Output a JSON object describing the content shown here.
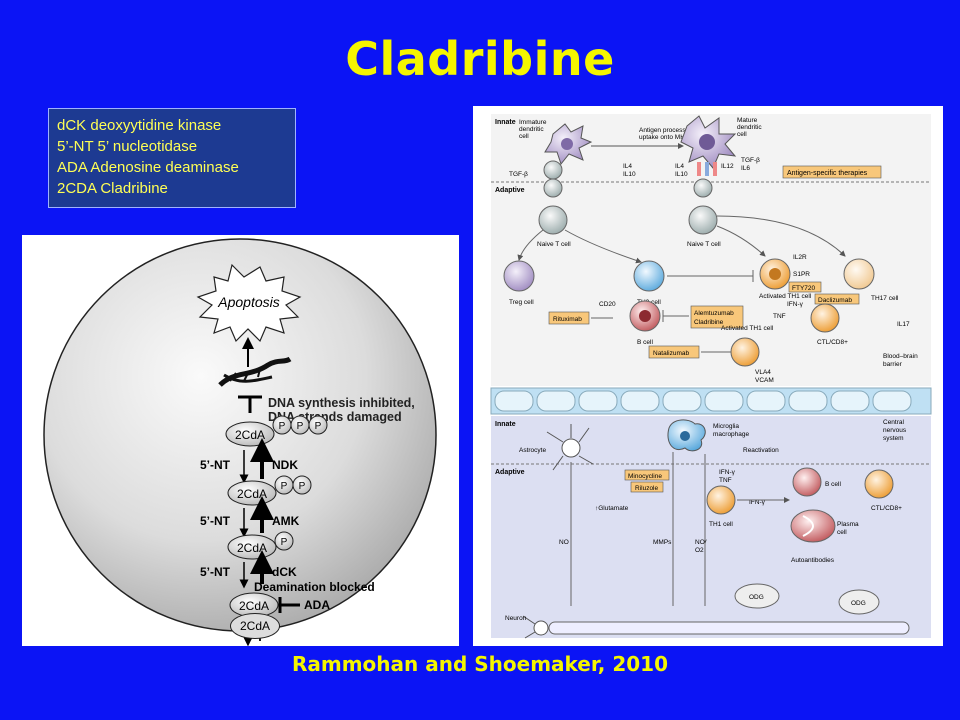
{
  "title": "Cladribine",
  "glossary": [
    "dCK deoxyytidine kinase",
    "5’-NT 5’ nucleotidase",
    "ADA Adenosine deaminase",
    "2CDA Cladribine"
  ],
  "left_diagram": {
    "apoptosis": "Apoptosis",
    "dna_text_1": "DNA synthesis inhibited,",
    "dna_text_2": "DNA strands damaged",
    "nodes": [
      "2CdA",
      "2CdA",
      "2CdA",
      "2CdA",
      "2CdA"
    ],
    "p": "P",
    "nt": "5’-NT",
    "ndk": "NDK",
    "amk": "AMK",
    "dck": "dCK",
    "deamination": "Deamination blocked",
    "ada": "ADA"
  },
  "right_diagram": {
    "innate": "Innate",
    "adaptive": "Adaptive",
    "immature_dc_1": "Immature",
    "immature_dc_2": "dendritic",
    "immature_dc_3": "cell",
    "antigen_1": "Antigen processing and",
    "antigen_2": "uptake onto MHC II",
    "mature_dc_1": "Mature",
    "mature_dc_2": "dendritic",
    "mature_dc_3": "cell",
    "tgfb": "TGF-β",
    "il4": "IL4",
    "il10": "IL10",
    "il12": "IL12",
    "il6": "IL6",
    "antigen_specific": "Antigen-specific therapies",
    "naive_t": "Naive T cell",
    "treg": "Treg cell",
    "th2": "TH2 cell",
    "il2r": "IL2R",
    "s1pr": "S1PR",
    "fty720": "FTY720",
    "activated_th1": "Activated TH1 cell",
    "th17": "TH17 cell",
    "ifng": "IFN-γ",
    "tnf": "TNF",
    "daclizumab": "Daclizumab",
    "il17": "IL17",
    "cd20": "CD20",
    "rituximab": "Rituximab",
    "alemtuzumab": "Alemtuzumab",
    "cladribine": "Cladribine",
    "b_cell": "B cell",
    "ctl": "CTL/CD8+",
    "activated_th1_2": "Activated TH1 cell",
    "natalizumab": "Natalizumab",
    "vla4": "VLA4",
    "vcam": "VCAM",
    "bbb_1": "Blood–brain",
    "bbb_2": "barrier",
    "cns_1": "Central",
    "cns_2": "nervous",
    "cns_3": "system",
    "astrocyte": "Astrocyte",
    "microglia_1": "Microglia",
    "microglia_2": "macrophage",
    "reactivation": "Reactivation",
    "minocycline": "Minocycline",
    "riluzole": "Riluzole",
    "glutamate": "↑Glutamate",
    "no": "NO",
    "mmps": "MMPs",
    "no_o2": "NO/",
    "o2": "O2",
    "plasma_1": "Plasma",
    "plasma_2": "cell",
    "autoantibodies": "Autoantibodies",
    "odg": "ODG",
    "neuron": "Neuron",
    "th1_cell": "TH1 cell"
  },
  "credit": "Rammohan and Shoemaker,  2010"
}
